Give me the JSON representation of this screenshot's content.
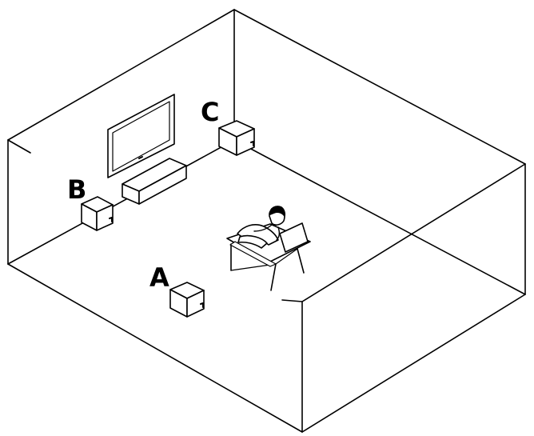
{
  "labels": {
    "a": "A",
    "b": "B",
    "c": "C"
  },
  "colors": {
    "line": "#000000",
    "fill": "#ffffff",
    "soft_line": "#333333"
  },
  "icons": {
    "speaker": "cube-speaker-icon",
    "tv": "flat-screen-tv-icon",
    "stand": "tv-stand-icon",
    "listener": "seated-person-icon"
  }
}
